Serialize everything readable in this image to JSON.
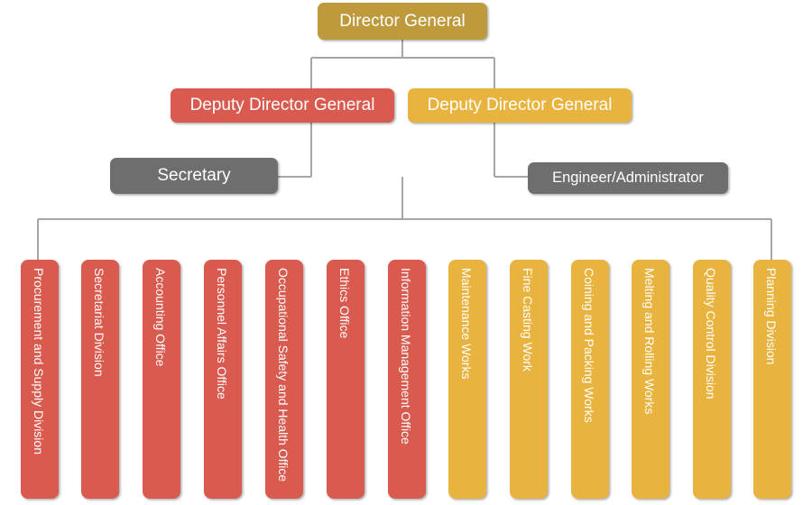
{
  "chart": {
    "title_node": {
      "label": "Director General",
      "color": "#bf9a3d"
    },
    "deputies": [
      {
        "label": "Deputy Director General",
        "color": "#d95a4e"
      },
      {
        "label": "Deputy Director General",
        "color": "#e8b33e"
      }
    ],
    "staff": [
      {
        "label": "Secretary",
        "color": "#6e6e6e"
      },
      {
        "label": "Engineer/Administrator",
        "color": "#6e6e6e"
      }
    ],
    "units": [
      {
        "label": "Procurement and Supply Division",
        "color": "#d95a4e"
      },
      {
        "label": "Secretariat Division",
        "color": "#d95a4e"
      },
      {
        "label": "Accounting Office",
        "color": "#d95a4e"
      },
      {
        "label": "Personnel Affairs Office",
        "color": "#d95a4e"
      },
      {
        "label": "Occupational Safety and Health Office",
        "color": "#d95a4e"
      },
      {
        "label": "Ethics Office",
        "color": "#d95a4e"
      },
      {
        "label": "Information Management Office",
        "color": "#d95a4e"
      },
      {
        "label": "Maintenance Works",
        "color": "#e8b33e"
      },
      {
        "label": "Fine Casting Work",
        "color": "#e8b33e"
      },
      {
        "label": "Coining and Packing Works",
        "color": "#e8b33e"
      },
      {
        "label": "Melting and Rolling Works",
        "color": "#e8b33e"
      },
      {
        "label": "Quality Control Division",
        "color": "#e8b33e"
      },
      {
        "label": "Planning Division",
        "color": "#e8b33e"
      }
    ],
    "connector_color": "#a6a6a6"
  }
}
